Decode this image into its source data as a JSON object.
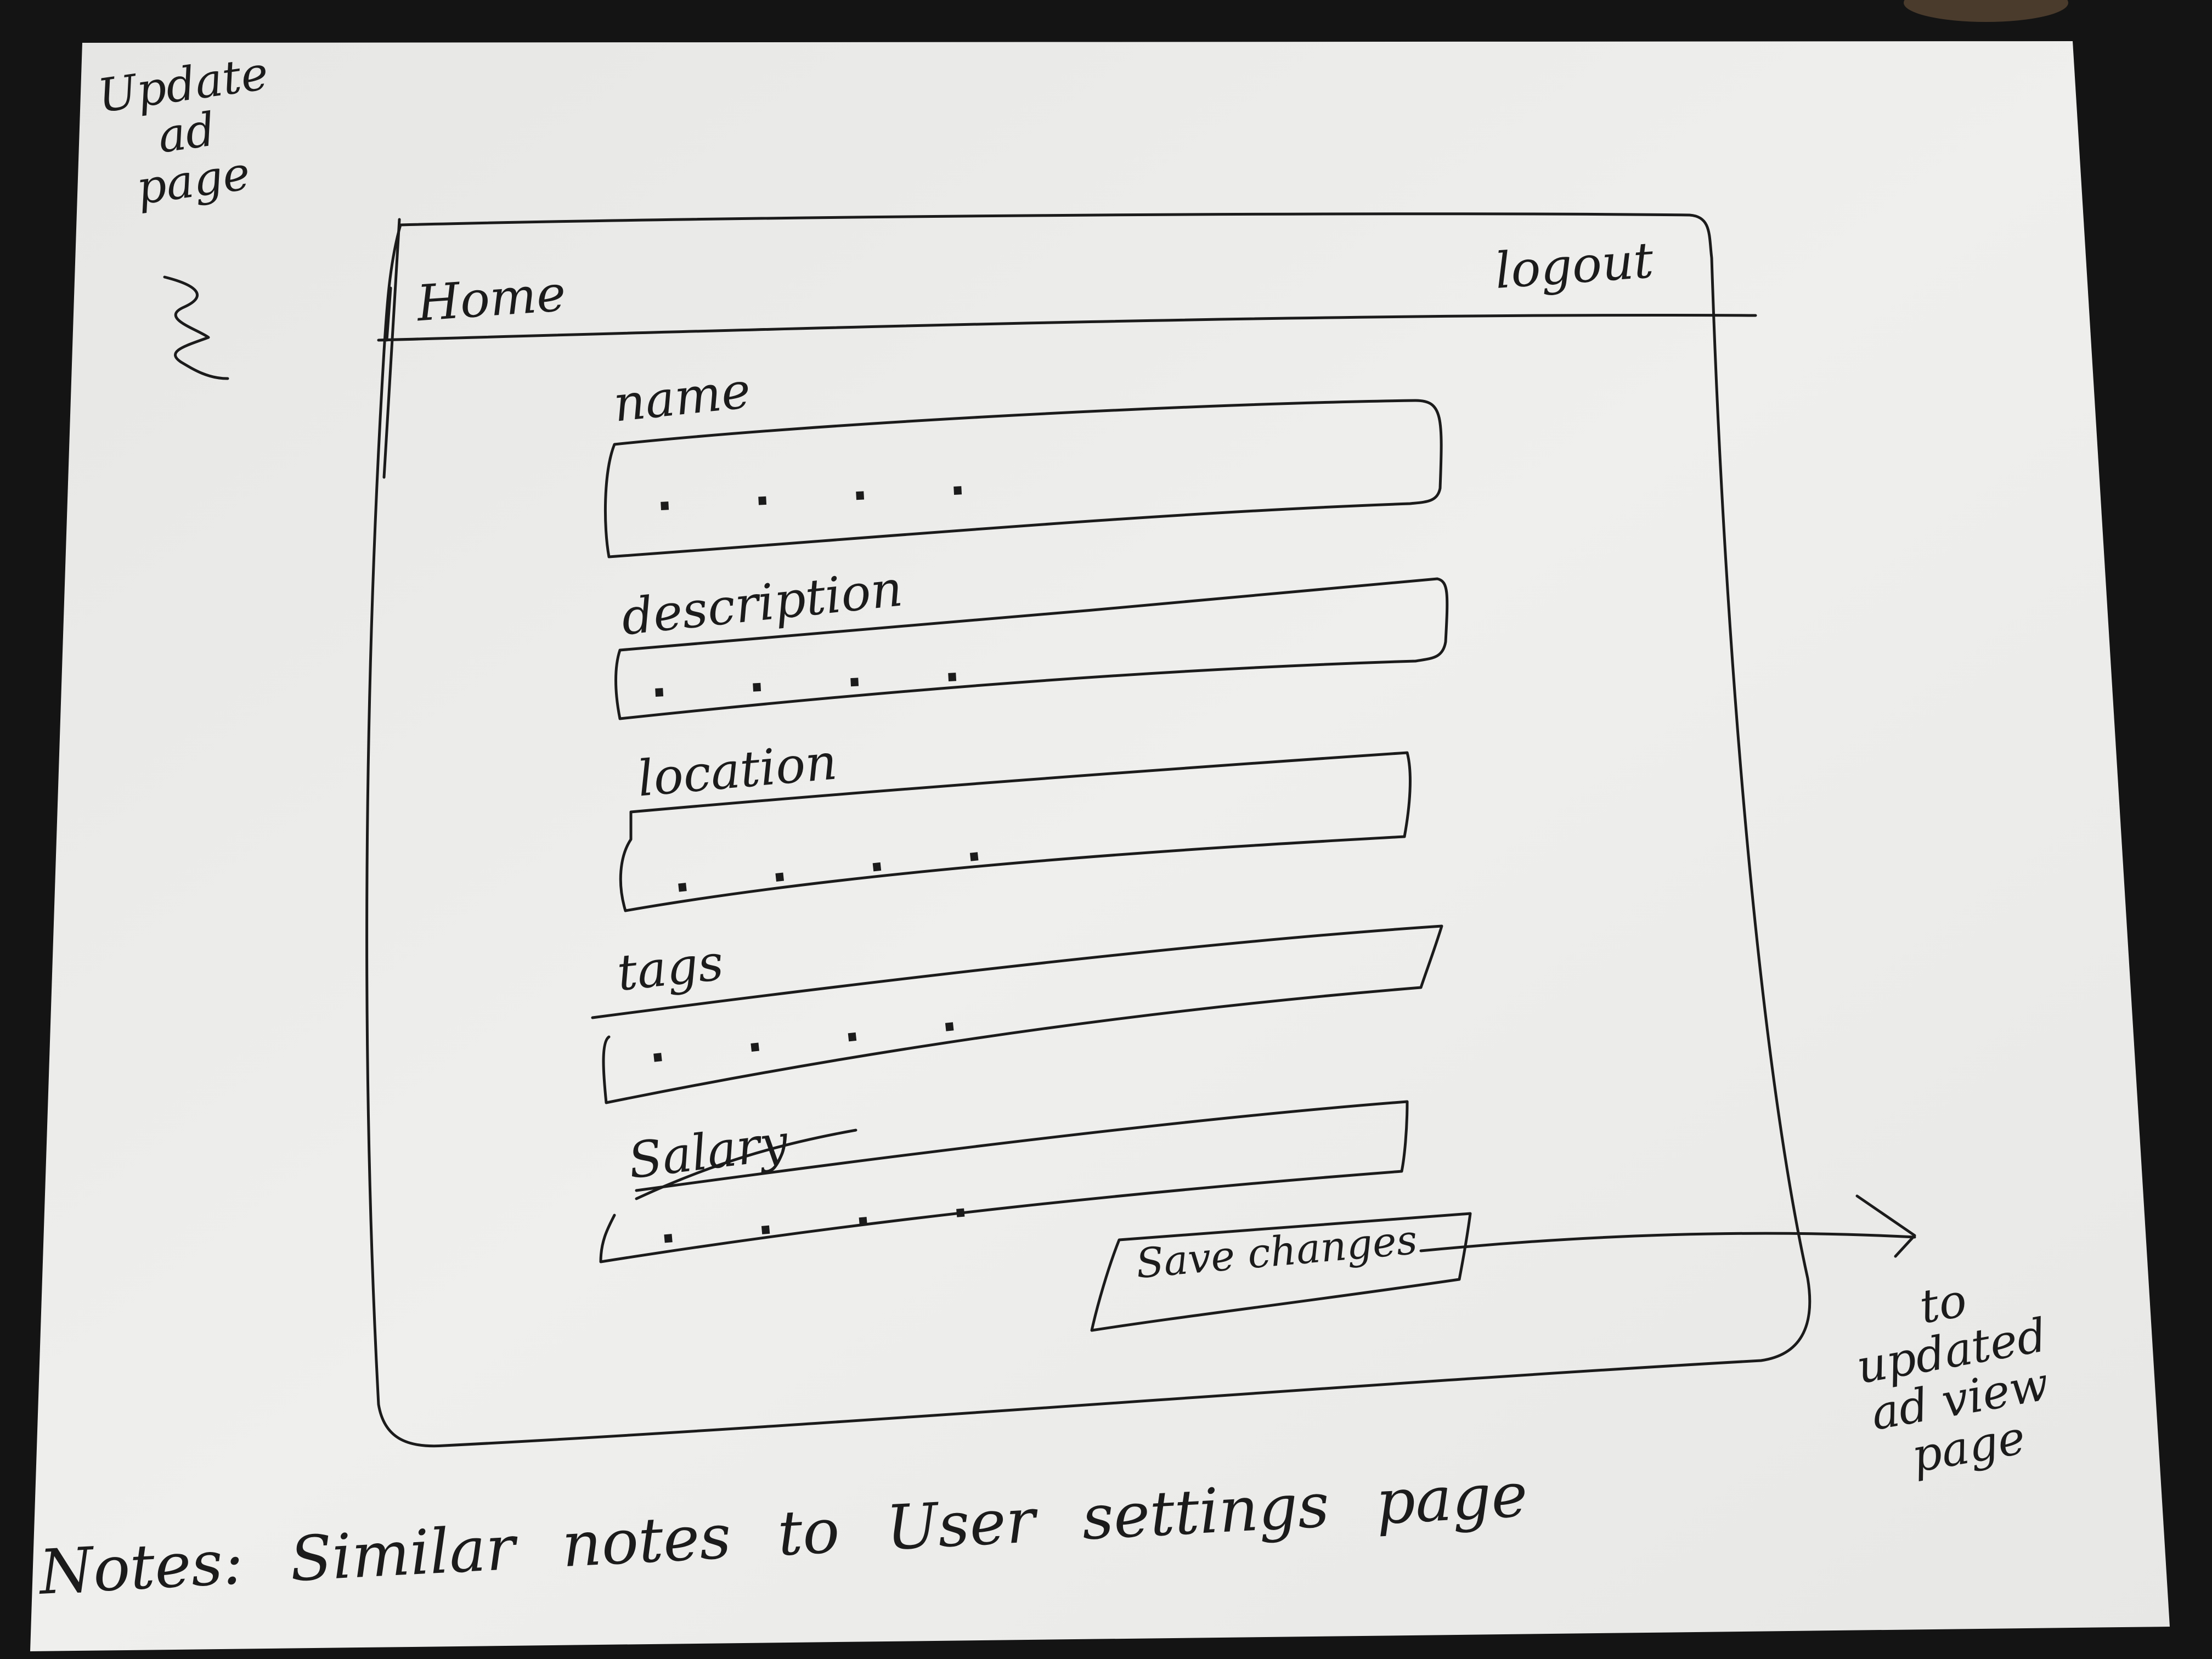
{
  "page_label": "Update ad page",
  "nav": {
    "home_label": "Home",
    "logout_label": "logout"
  },
  "form": {
    "fields": [
      {
        "label": "name",
        "placeholder": ". . . ."
      },
      {
        "label": "description",
        "placeholder": ". . . ."
      },
      {
        "label": "location",
        "placeholder": ". . . ."
      },
      {
        "label": "tags",
        "placeholder": ". . . ."
      },
      {
        "label": "Salary",
        "placeholder": ". . . ."
      }
    ],
    "save_label": "Save changes"
  },
  "flow": {
    "target_label": "to updated ad view page"
  },
  "notes": "Notes: Similar notes to User settings page",
  "colors": {
    "background": "#141414",
    "paper": "#ebebe9",
    "ink": "#1b1b1b"
  }
}
